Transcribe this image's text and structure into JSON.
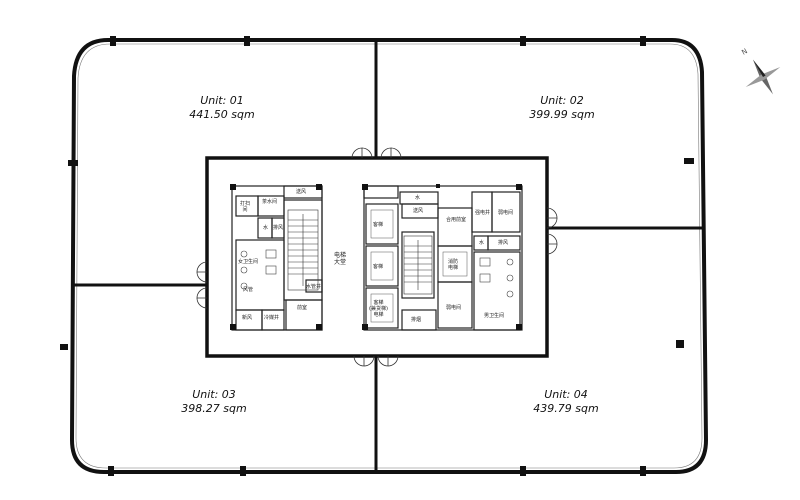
{
  "units": [
    {
      "name": "Unit: 01",
      "area": "441.50 sqm"
    },
    {
      "name": "Unit: 02",
      "area": "399.99 sqm"
    },
    {
      "name": "Unit: 03",
      "area": "398.27 sqm"
    },
    {
      "name": "Unit: 04",
      "area": "439.79 sqm"
    }
  ],
  "core": {
    "lobby": [
      "电梯",
      "大堂"
    ],
    "rooms": {
      "fresh_air_1": "送风",
      "tea_room": "茶水间",
      "cleaning": "打扫\n间",
      "water_1": "水",
      "exhaust_1": "排风",
      "female_wc": "女卫生间",
      "water_pipe": "水管井",
      "duct_1": "风管",
      "front_room": "前室",
      "fresh_air_2": "新风",
      "ac_shaft": "冷媒井",
      "elevator_1": "客梯",
      "water_2": "水",
      "fresh_air_3": "送风",
      "shared_front": "合用前室",
      "strong_elec": "强电井",
      "weak_elec": "弱电间",
      "elevator_2": "客梯",
      "water_3": "水",
      "exhaust_2": "排风",
      "elevator_3": "客梯",
      "fire_elevator": "消防\n电梯",
      "freight_elevator": "客梯\n(兼货梯)\n电梯",
      "weak_elec_2": "弱电间",
      "male_wc": "男卫生间",
      "exhaust_3": "排烟"
    }
  },
  "compass": {
    "label": "N"
  }
}
